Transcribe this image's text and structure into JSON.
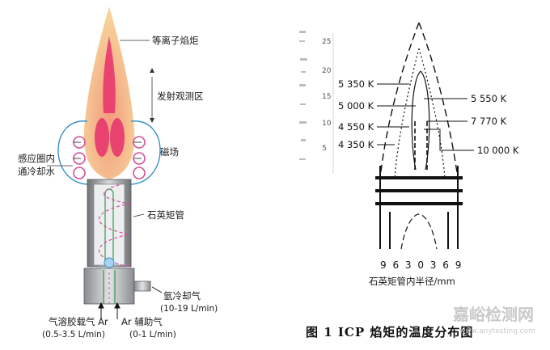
{
  "left_diagram": {
    "labels": {
      "plasma_torch": "等离子焰炬",
      "emission_zone": "发射观测区",
      "induction_coil": "感应圈内",
      "cooling_water": "通冷却水",
      "magnetic_field": "磁场",
      "quartz_tube": "石英矩管",
      "coolant_gas": "氩冷却气",
      "coolant_flow": "(10-19 L/min)",
      "carrier_gas": "气溶胶载气 Ar",
      "carrier_flow": "(0.5-3.5 L/min)",
      "aux_gas": "Ar 辅助气",
      "aux_flow": "(0-1 L/min)"
    }
  },
  "right_diagram": {
    "height_ticks": [
      "25",
      "20",
      "15",
      "10",
      "5"
    ],
    "temps_left": [
      "5 350 K",
      "5 000 K",
      "4 550 K",
      "4 350 K"
    ],
    "temps_right": [
      "5 550 K",
      "7 770 K",
      "10 000 K"
    ],
    "radius_axis": "9 6 3 0 3 6 9",
    "radius_label": "石英矩管内半径/mm",
    "caption": "图 1   ICP 焰矩的温度分布图"
  },
  "watermark": {
    "text": "嘉峪检测网",
    "url": "www.anytesting.com"
  },
  "colors": {
    "flame_outer": "#f6c98a",
    "flame_mid": "#f3a07a",
    "flame_core": "#e8376e",
    "coil": "#d4509c",
    "field": "#3a8fc8",
    "aux_green": "#2f9a4a",
    "tube_gray": "#8f9296"
  }
}
